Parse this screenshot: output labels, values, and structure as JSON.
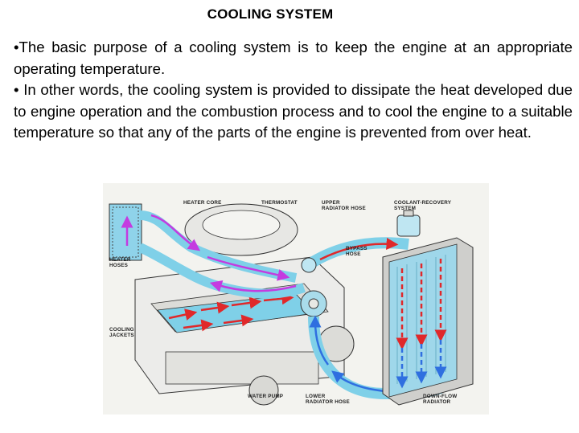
{
  "title": "COOLING SYSTEM",
  "bullets": [
    "•The basic purpose of a cooling system is to keep the engine at an appropriate operating temperature.",
    "• In other words, the cooling system is provided to dissipate the heat developed due to engine operation and the combustion process and to cool the engine to a suitable temperature so that any of the parts of the engine is prevented from over heat."
  ],
  "diagram": {
    "labels": {
      "heater_core": "HEATER CORE",
      "thermostat": "THERMOSTAT",
      "upper_hose_1": "UPPER",
      "upper_hose_2": "RADIATOR HOSE",
      "recovery_1": "COOLANT-RECOVERY",
      "recovery_2": "SYSTEM",
      "bypass_1": "BYPASS",
      "bypass_2": "HOSE",
      "heater_hoses_1": "HEATER",
      "heater_hoses_2": "HOSES",
      "jackets_1": "COOLING",
      "jackets_2": "JACKETS",
      "water_pump": "WATER PUMP",
      "lower_hose_1": "LOWER",
      "lower_hose_2": "RADIATOR HOSE",
      "downflow_1": "DOWN-FLOW",
      "downflow_2": "RADIATOR"
    },
    "colors": {
      "coolant": "#7fd0e8",
      "hot_flow": "#e0282a",
      "heater_flow": "#c43be0",
      "cool_flow": "#2f6fe0",
      "engine": "#ededea"
    }
  }
}
